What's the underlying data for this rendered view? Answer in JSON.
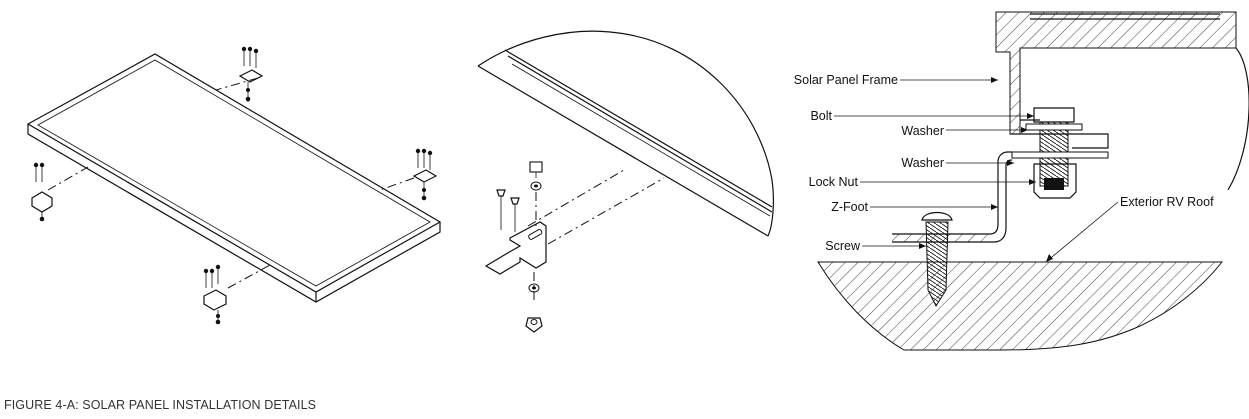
{
  "labels": {
    "solar_panel_frame": "Solar Panel Frame",
    "bolt": "Bolt",
    "washer_top": "Washer",
    "washer_bottom": "Washer",
    "lock_nut": "Lock Nut",
    "z_foot": "Z-Foot",
    "screw": "Screw",
    "exterior_rv_roof": "Exterior RV Roof"
  },
  "caption": "FIGURE 4-A: SOLAR PANEL INSTALLATION DETAILS"
}
